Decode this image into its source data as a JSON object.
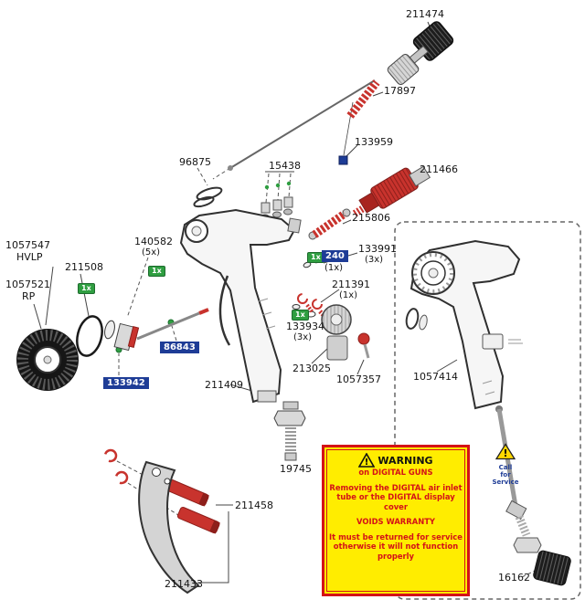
{
  "parts": {
    "p211474": "211474",
    "p17897": "17897",
    "p133959": "133959",
    "p96875": "96875",
    "p15438": "15438",
    "p211466": "211466",
    "p215806": "215806",
    "p140582": "140582",
    "p140582_qty": "(5x)",
    "p1057547": "1057547",
    "p1057547_variant": "HVLP",
    "p1057521": "1057521",
    "p1057521_variant": "RP",
    "p211508": "211508",
    "p240": "240",
    "p240_qty": "(1x)",
    "p133991": "133991",
    "p133991_qty": "(3x)",
    "p211391": "211391",
    "p211391_qty": "(1x)",
    "p133934": "133934",
    "p133934_qty": "(3x)",
    "p213025": "213025",
    "p1057357": "1057357",
    "p86843": "86843",
    "p133942": "133942",
    "p211409": "211409",
    "p19745": "19745",
    "p211458": "211458",
    "p211433": "211433",
    "p1057414": "1057414",
    "p16162": "16162"
  },
  "badges": {
    "qty1": "1x"
  },
  "icons": {
    "exclamation": "!"
  },
  "warning": {
    "title": "WARNING",
    "line1": "on DIGITAL GUNS",
    "line2": "Removing the DIGITAL air inlet",
    "line3": "tube or the DIGITAL display cover",
    "line4": "VOIDS WARRANTY",
    "line5": "It must be returned for service",
    "line6": "otherwise it will not function",
    "line7": "properly"
  },
  "service_note": {
    "line1": "Call",
    "line2": "for",
    "line3": "Service"
  },
  "colors": {
    "part_red": "#c8332d",
    "badge_green": "#2f9e41",
    "badge_blue": "#1e3c96",
    "warning_bg": "#ffed00",
    "warning_border": "#d41217"
  }
}
